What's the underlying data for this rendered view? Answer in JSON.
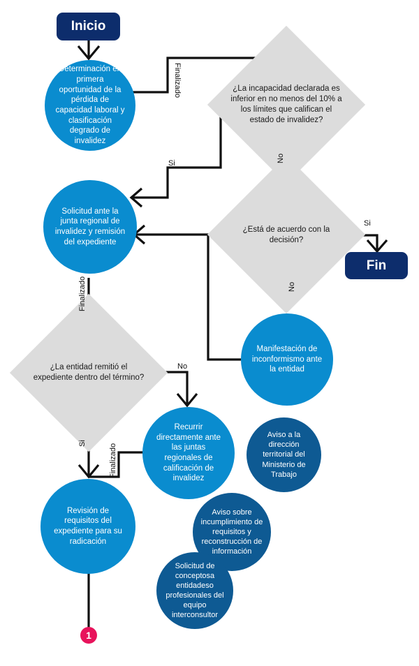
{
  "start": {
    "label": "Inicio"
  },
  "end": {
    "label": "Fin"
  },
  "steps": {
    "determination": "Determinación en primera oportunidad de la pérdida de capacidad laboral y clasificación degrado de invalidez",
    "request": "Solicitud ante la junta regional de invalidez y remisión del expediente",
    "nonconformity": "Manifestación de inconformismo ante la entidad",
    "direct_appeal": "Recurrir directamente ante las juntas regionales de calificación de invalidez",
    "review": "Revisión de requisitos del expediente para su radicación",
    "notice_ministry": "Aviso a la dirección territorial del Ministerio de Trabajo",
    "notice_noncompliance": "Aviso sobre incumplimiento de requisitos y reconstrucción de información",
    "concept_request": "Solicitud de conceptosa entidadeso profesionales del equipo interconsultor"
  },
  "decisions": {
    "under_ten_percent": "¿La incapacidad declarada es inferior en no menos del 10% a los límites que califican el estado de invalidez?",
    "agree": "¿Está de acuerdo con la decisión?",
    "sent_in_time": "¿La entidad remitió el expediente dentro del término?"
  },
  "edge_labels": {
    "finalizado_1": "Finalizado",
    "si_1": "Si",
    "no_1": "No",
    "si_2": "Si",
    "no_2": "No",
    "finalizado_2": "Finalizado",
    "no_3": "No",
    "si_3": "Si",
    "finalizado_3": "Finalizado"
  },
  "continuation": {
    "label": "1"
  },
  "colors": {
    "terminal": "#0d2d6c",
    "process": "#0a8ccf",
    "notice": "#0e5a93",
    "decision": "#dcdcdc",
    "connector": "#e8135b"
  }
}
